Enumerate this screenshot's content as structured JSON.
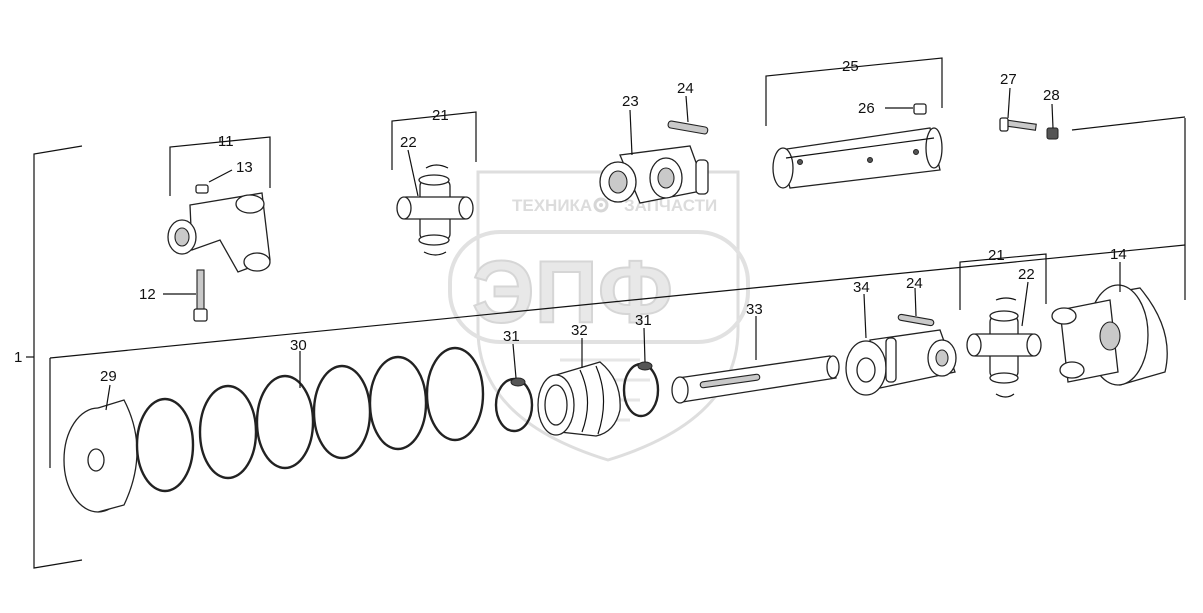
{
  "watermark": {
    "line1_left": "ТЕХНИКА",
    "line1_right": "ЗАПЧАСТИ",
    "logo": "ЭПФ",
    "gear_icon": "gear-icon"
  },
  "callouts": {
    "c1": "1",
    "c11": "11",
    "c12": "12",
    "c13": "13",
    "c14": "14",
    "c21a": "21",
    "c21b": "21",
    "c22a": "22",
    "c22b": "22",
    "c23": "23",
    "c24a": "24",
    "c24b": "24",
    "c25": "25",
    "c26": "26",
    "c27": "27",
    "c28": "28",
    "c29": "29",
    "c30": "30",
    "c31a": "31",
    "c31b": "31",
    "c32": "32",
    "c33": "33",
    "c34": "34"
  }
}
